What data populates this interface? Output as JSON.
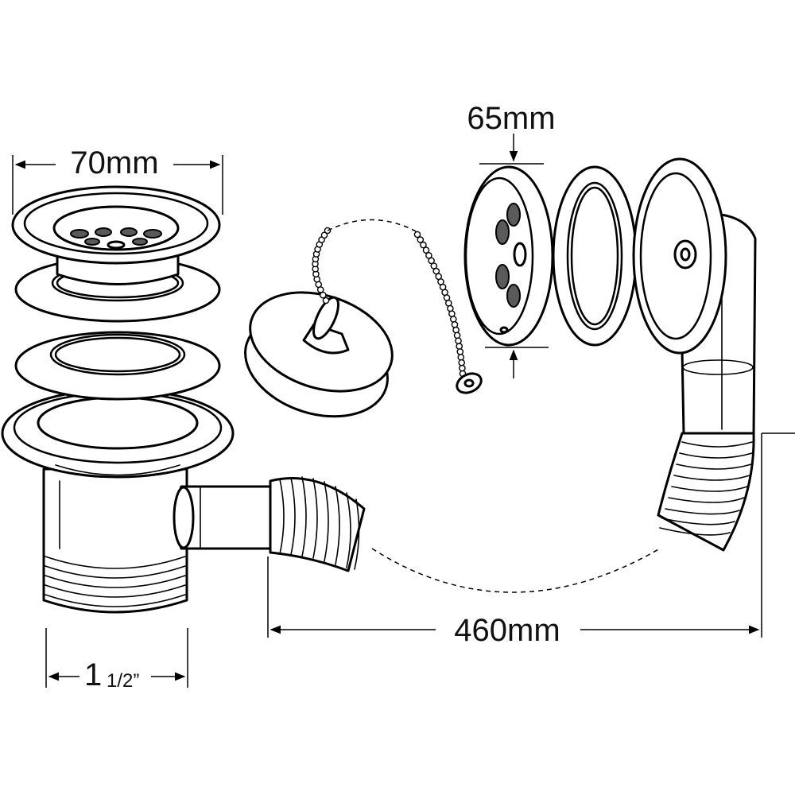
{
  "dimensions": {
    "waste_width": "70mm",
    "overflow_width": "65mm",
    "hose_length": "460mm",
    "thread_whole": "1",
    "thread_fraction": "1/2”"
  },
  "colors": {
    "line": "#000000",
    "fill": "#ffffff",
    "hole": "#5a5a5a"
  }
}
